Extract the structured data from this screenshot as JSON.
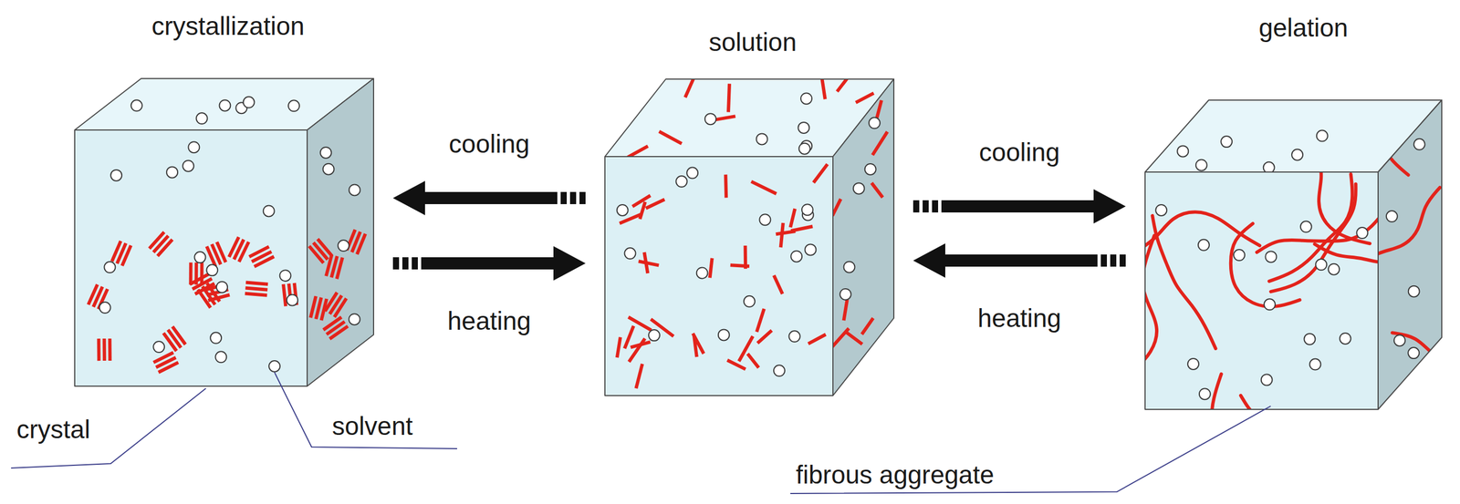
{
  "diagram": {
    "nodes": [
      {
        "text": [
          "crystallization"
        ]
      },
      {
        "text": [
          "solution"
        ]
      },
      {
        "text": [
          "gelation"
        ]
      }
    ],
    "edges": [
      {
        "from": 1,
        "to": 0,
        "arrow": "to",
        "label": "cooling"
      },
      {
        "from": 0,
        "to": 1,
        "arrow": "to",
        "label": "heating"
      },
      {
        "from": 1,
        "to": 2,
        "arrow": "to",
        "label": "cooling"
      },
      {
        "from": 2,
        "to": 1,
        "arrow": "to",
        "label": "heating"
      }
    ],
    "labels": [
      "crystal",
      "solvent",
      "fibrous aggregate"
    ]
  }
}
